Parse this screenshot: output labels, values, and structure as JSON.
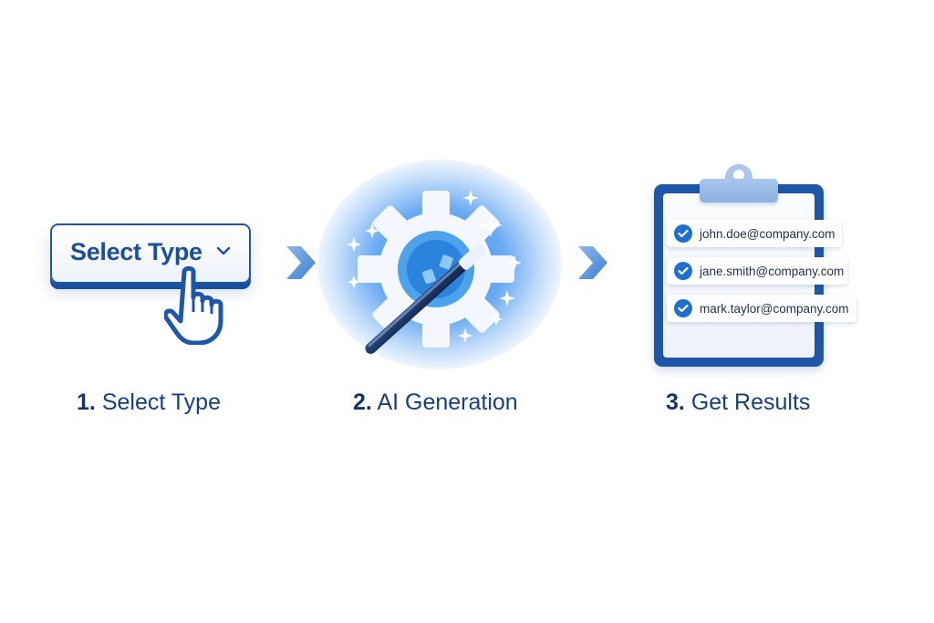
{
  "steps": [
    {
      "number": "1.",
      "title": "Select Type",
      "button_label": "Select Type",
      "icon": "pointer-hand-icon"
    },
    {
      "number": "2.",
      "title": "AI Generation",
      "icon": "gear-magic-wand-icon"
    },
    {
      "number": "3.",
      "title": "Get Results",
      "icon": "clipboard-icon",
      "results": [
        "john.doe@company.com",
        "jane.smith@company.com",
        "mark.taylor@company.com"
      ]
    }
  ],
  "colors": {
    "primary": "#1e56a8",
    "accent": "#1f6fd1",
    "glow": "#3689e8",
    "text_dark": "#14336a",
    "clip_light": "#a9c7ec"
  }
}
